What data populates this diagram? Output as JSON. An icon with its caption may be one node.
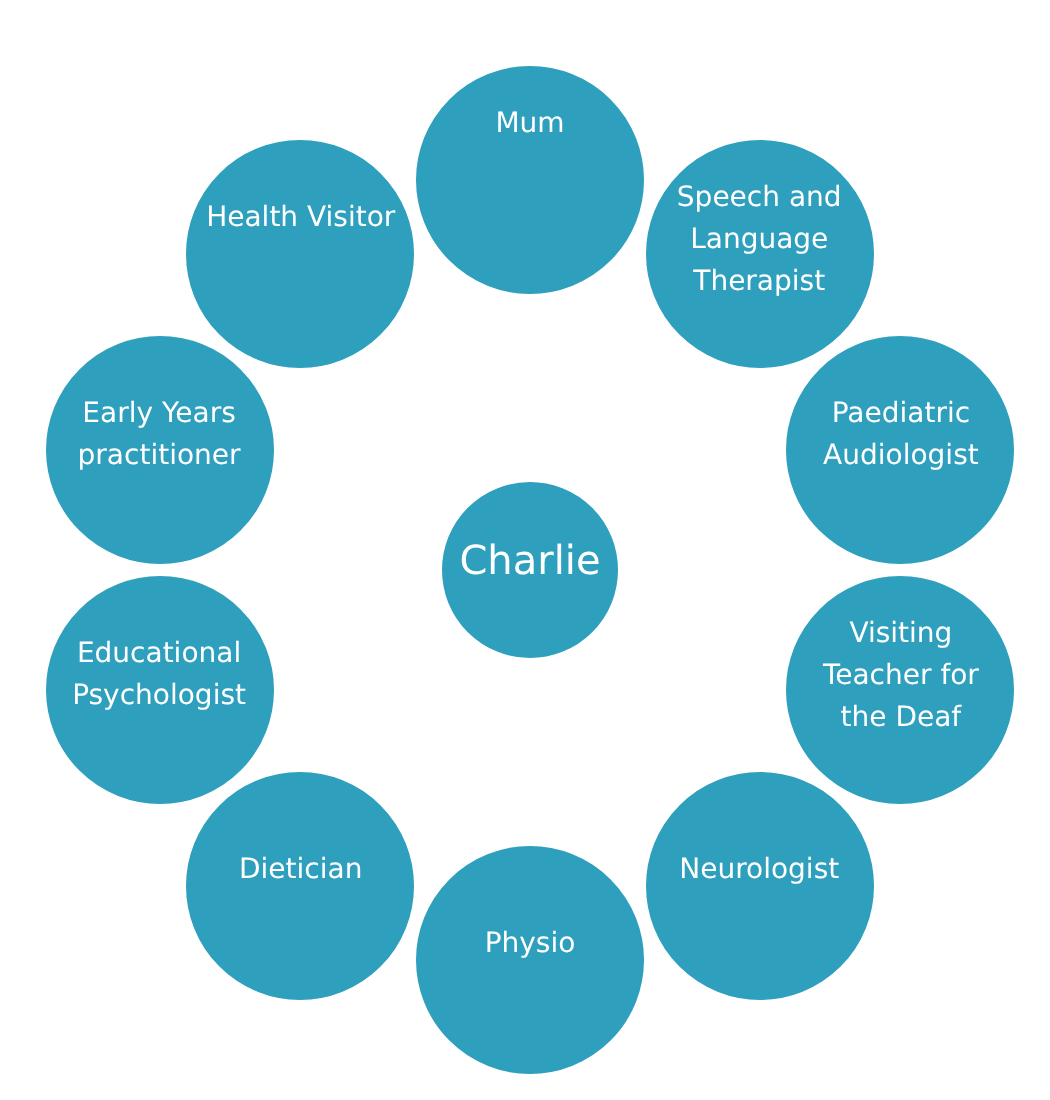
{
  "diagram": {
    "nodes": [
      {
        "text": [
          "Mum"
        ]
      },
      {
        "text": [
          "Speech and Language Therapist"
        ]
      },
      {
        "text": [
          "Paediatric Audiologist"
        ]
      },
      {
        "text": [
          "Visiting Teacher for the Deaf"
        ]
      },
      {
        "text": [
          "Neurologist"
        ]
      },
      {
        "text": [
          "Physio"
        ]
      },
      {
        "text": [
          "Dietician"
        ]
      },
      {
        "text": [
          "Educational Psychologist"
        ]
      },
      {
        "text": [
          "Early Years practitioner"
        ]
      },
      {
        "text": [
          "Health Visitor"
        ]
      },
      {
        "text": [
          "Charlie"
        ]
      }
    ]
  }
}
